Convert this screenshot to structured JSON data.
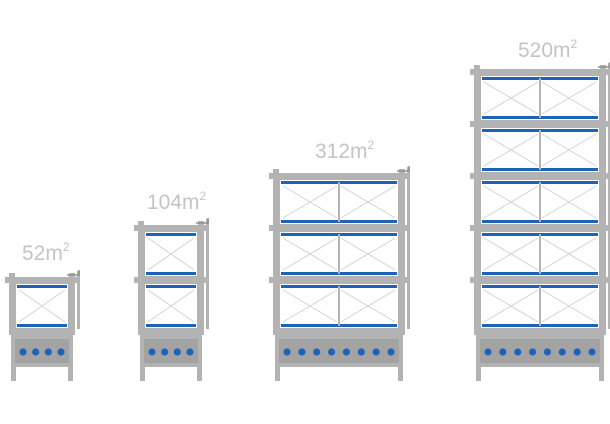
{
  "units": [
    {
      "label": "52m",
      "sup": "2",
      "tiers": 1,
      "dots": 4
    },
    {
      "label": "104m",
      "sup": "2",
      "tiers": 2,
      "dots": 4
    },
    {
      "label": "312m",
      "sup": "2",
      "tiers": 3,
      "dots": 8
    },
    {
      "label": "520m",
      "sup": "2",
      "tiers": 5,
      "dots": 8
    }
  ],
  "colors": {
    "frame": "#b3b3b3",
    "frame_dark": "#a3a3a3",
    "panel": "#ffffff",
    "cross": "#d2d2d2",
    "blue": "#1f63b8",
    "label": "#c4c4c4"
  }
}
